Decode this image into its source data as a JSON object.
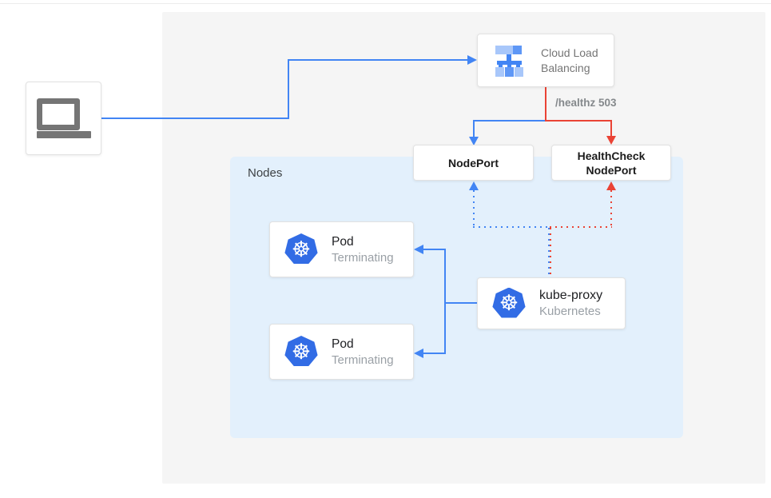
{
  "diagram": {
    "type": "kubernetes-load-balancer-health-check-diagram",
    "colors": {
      "traffic_blue": "#4285F4",
      "healthcheck_red": "#EA4335",
      "kubernetes_blue": "#326CE5",
      "outer_panel_gray": "#F5F5F5",
      "nodes_panel_blue": "#E3F0FC",
      "card_text_dark": "#202124",
      "card_text_gray": "#9AA0A6"
    },
    "client": {
      "icon": "laptop-icon"
    },
    "cloud_load_balancing": {
      "icon": "load-balancer-icon",
      "label_line1": "Cloud Load",
      "label_line2": "Balancing"
    },
    "healthz_label": "/healthz 503",
    "nodeport": {
      "label": "NodePort"
    },
    "healthcheck_nodeport": {
      "label_line1": "HealthCheck",
      "label_line2": "NodePort"
    },
    "nodes_container": {
      "label": "Nodes"
    },
    "pods": [
      {
        "icon": "kubernetes-icon",
        "title": "Pod",
        "status": "Terminating"
      },
      {
        "icon": "kubernetes-icon",
        "title": "Pod",
        "status": "Terminating"
      }
    ],
    "kube_proxy": {
      "icon": "kubernetes-icon",
      "title": "kube-proxy",
      "subtitle": "Kubernetes"
    }
  }
}
